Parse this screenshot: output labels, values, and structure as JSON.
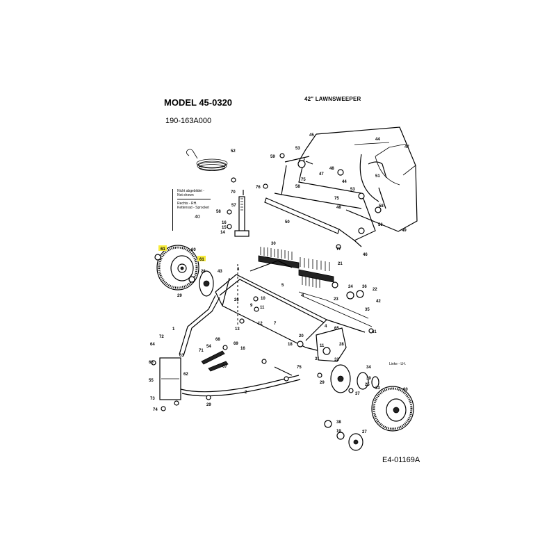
{
  "header": {
    "model": "MODEL 45-0320",
    "product": "42\" LAWNSWEEPER",
    "part_number": "190-163A000",
    "document_id": "E4-01169A"
  },
  "legend": {
    "not_shown": "Nicht abgebildet - Not shown",
    "rh": "Rechts - RH. Kettenrad - Sprocket",
    "rh_number": "40",
    "lh": "Linke - LH."
  },
  "highlight_color": "#f7ec3c",
  "callouts": [
    {
      "id": "c52",
      "text": "52"
    },
    {
      "id": "c45",
      "text": "45"
    },
    {
      "id": "c44",
      "text": "44"
    },
    {
      "id": "c47a",
      "text": "47"
    },
    {
      "id": "c59",
      "text": "59"
    },
    {
      "id": "c53a",
      "text": "53"
    },
    {
      "id": "c47b",
      "text": "47"
    },
    {
      "id": "c48a",
      "text": "48"
    },
    {
      "id": "c51",
      "text": "51"
    },
    {
      "id": "c75a",
      "text": "75"
    },
    {
      "id": "c58a",
      "text": "58"
    },
    {
      "id": "c76",
      "text": "76"
    },
    {
      "id": "c44b",
      "text": "44"
    },
    {
      "id": "c53b",
      "text": "53"
    },
    {
      "id": "c75b",
      "text": "75"
    },
    {
      "id": "c48b",
      "text": "48"
    },
    {
      "id": "c58b",
      "text": "58"
    },
    {
      "id": "c56",
      "text": "56"
    },
    {
      "id": "c49",
      "text": "49"
    },
    {
      "id": "c46",
      "text": "46"
    },
    {
      "id": "c50",
      "text": "50"
    },
    {
      "id": "c70",
      "text": "70"
    },
    {
      "id": "c57",
      "text": "57"
    },
    {
      "id": "c58c",
      "text": "58"
    },
    {
      "id": "c16a",
      "text": "16"
    },
    {
      "id": "c15",
      "text": "15"
    },
    {
      "id": "c14",
      "text": "14"
    },
    {
      "id": "c77",
      "text": "77"
    },
    {
      "id": "c30",
      "text": "30"
    },
    {
      "id": "c21",
      "text": "21"
    },
    {
      "id": "c61a",
      "text": "61"
    },
    {
      "id": "c60",
      "text": "60"
    },
    {
      "id": "c61b",
      "text": "61"
    },
    {
      "id": "c26",
      "text": "26"
    },
    {
      "id": "c43",
      "text": "43"
    },
    {
      "id": "c3",
      "text": "3"
    },
    {
      "id": "c5",
      "text": "5"
    },
    {
      "id": "c8",
      "text": "8"
    },
    {
      "id": "c29",
      "text": "29"
    },
    {
      "id": "c26b",
      "text": "26"
    },
    {
      "id": "c10",
      "text": "10"
    },
    {
      "id": "c9",
      "text": "9"
    },
    {
      "id": "c11",
      "text": "11"
    },
    {
      "id": "c24",
      "text": "24"
    },
    {
      "id": "c36",
      "text": "36"
    },
    {
      "id": "c22",
      "text": "22"
    },
    {
      "id": "c23",
      "text": "23"
    },
    {
      "id": "c35",
      "text": "35"
    },
    {
      "id": "c42",
      "text": "42"
    },
    {
      "id": "c12",
      "text": "12"
    },
    {
      "id": "c13",
      "text": "13"
    },
    {
      "id": "c1",
      "text": "1"
    },
    {
      "id": "c7",
      "text": "7"
    },
    {
      "id": "c4",
      "text": "4"
    },
    {
      "id": "c65",
      "text": "65"
    },
    {
      "id": "c20",
      "text": "20"
    },
    {
      "id": "c41",
      "text": "41"
    },
    {
      "id": "c72",
      "text": "72"
    },
    {
      "id": "c18",
      "text": "18"
    },
    {
      "id": "c11b",
      "text": "11"
    },
    {
      "id": "c28",
      "text": "28"
    },
    {
      "id": "c64",
      "text": "64"
    },
    {
      "id": "c63",
      "text": "63"
    },
    {
      "id": "c66",
      "text": "66"
    },
    {
      "id": "c71",
      "text": "71"
    },
    {
      "id": "c54",
      "text": "54"
    },
    {
      "id": "c68",
      "text": "68"
    },
    {
      "id": "c69",
      "text": "69"
    },
    {
      "id": "c16b",
      "text": "16"
    },
    {
      "id": "c67",
      "text": "67"
    },
    {
      "id": "c31",
      "text": "31"
    },
    {
      "id": "c32",
      "text": "32"
    },
    {
      "id": "c34",
      "text": "34"
    },
    {
      "id": "c75c",
      "text": "75"
    },
    {
      "id": "c55",
      "text": "55"
    },
    {
      "id": "c62",
      "text": "62"
    },
    {
      "id": "c39",
      "text": "39"
    },
    {
      "id": "c25",
      "text": "25"
    },
    {
      "id": "c29b",
      "text": "29"
    },
    {
      "id": "c33",
      "text": "33"
    },
    {
      "id": "c37",
      "text": "37"
    },
    {
      "id": "c2",
      "text": "2"
    },
    {
      "id": "c60b",
      "text": "60"
    },
    {
      "id": "c73",
      "text": "73"
    },
    {
      "id": "c74",
      "text": "74"
    },
    {
      "id": "c29c",
      "text": "29"
    },
    {
      "id": "c38",
      "text": "38"
    },
    {
      "id": "c19",
      "text": "19"
    },
    {
      "id": "c27",
      "text": "27"
    }
  ]
}
